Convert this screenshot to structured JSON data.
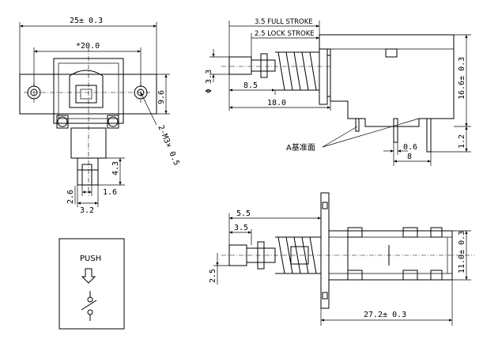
{
  "front_view": {
    "overall_width": "25± 0.3",
    "hole_pitch": "*20.0",
    "hole_height": "9.6",
    "mounting_holes": "2-M3× 0.5",
    "terminal_height": "4.3",
    "terminal_offset_left": "2.6",
    "terminal_width": "1.6",
    "terminal_pitch": "3.2"
  },
  "side_view": {
    "full_stroke": "3.5 FULL STROKE",
    "lock_stroke": "2.5 LOCK STROKE",
    "plunger_dia": "Φ 3.3",
    "plunger_length": "8.5",
    "body_length": "18.0",
    "body_height": "16.6± 0.3",
    "reference_label": "A基准面",
    "terminal_offset_a": "0.6",
    "terminal_offset_b": "8",
    "terminal_length": "1.2"
  },
  "top_view": {
    "stroke_a": "5.5",
    "stroke_b": "3.5",
    "plunger_width": "2.5",
    "body_width": "11.0± 0.3",
    "overall_length": "27.2± 0.3"
  },
  "symbol_box": {
    "label": "PUSH"
  }
}
